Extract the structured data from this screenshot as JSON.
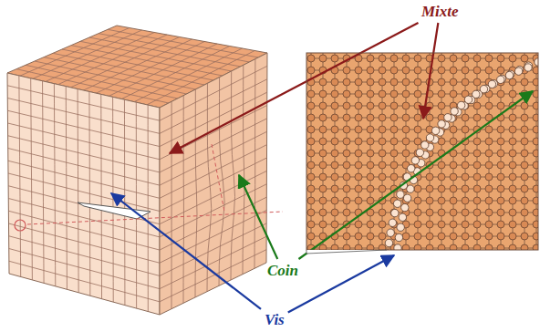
{
  "diagram": {
    "labels": [
      "Mixte",
      "Coin",
      "Vis"
    ]
  }
}
